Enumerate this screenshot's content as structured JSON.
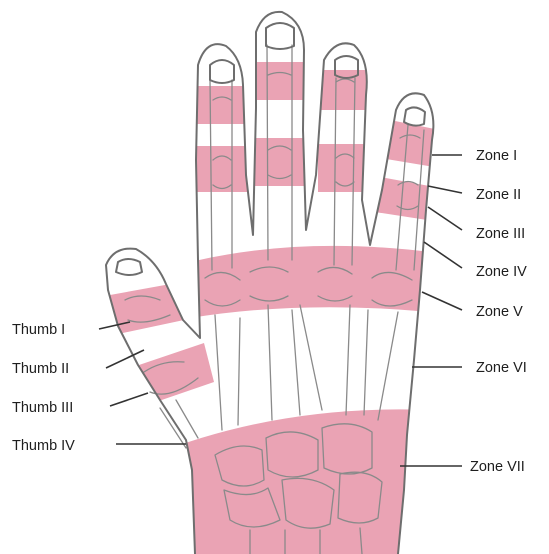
{
  "labels": {
    "zone_1": "Zone I",
    "zone_2": "Zone II",
    "zone_3": "Zone III",
    "zone_4": "Zone IV",
    "zone_5": "Zone V",
    "zone_6": "Zone VI",
    "zone_7": "Zone VII",
    "thumb_1": "Thumb I",
    "thumb_2": "Thumb II",
    "thumb_3": "Thumb III",
    "thumb_4": "Thumb IV"
  },
  "colors": {
    "zone_fill": "#eaa3b4",
    "outline": "#6e6e6e",
    "bone_line": "#8a8a8a",
    "leader_line": "#333333",
    "text": "#1e1e1e"
  }
}
